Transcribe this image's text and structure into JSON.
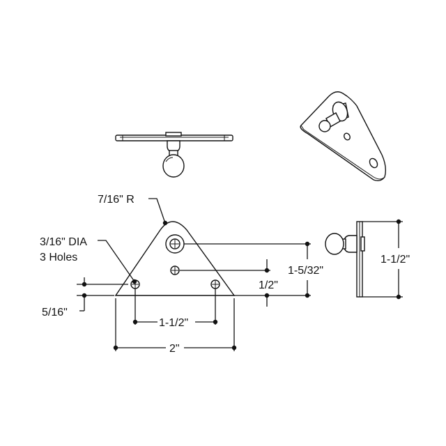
{
  "drawing": {
    "labels": {
      "corner_radius": "7/16\" R",
      "hole_diameter": "3/16\" DIA",
      "hole_count": "3 Holes",
      "hole_offset": "5/16\"",
      "hole_spacing": "1-1/2\"",
      "base_width": "2\"",
      "center_hole_height": "1/2\"",
      "ball_stud_height": "1-5/32\"",
      "side_height": "1-1/2\""
    },
    "views": [
      "top-view",
      "isometric-view",
      "front-view",
      "side-view"
    ],
    "icons": [
      "ball-stud-icon",
      "mounting-hole-icon"
    ],
    "colors": {
      "line": "#111111",
      "background": "#ffffff"
    }
  }
}
